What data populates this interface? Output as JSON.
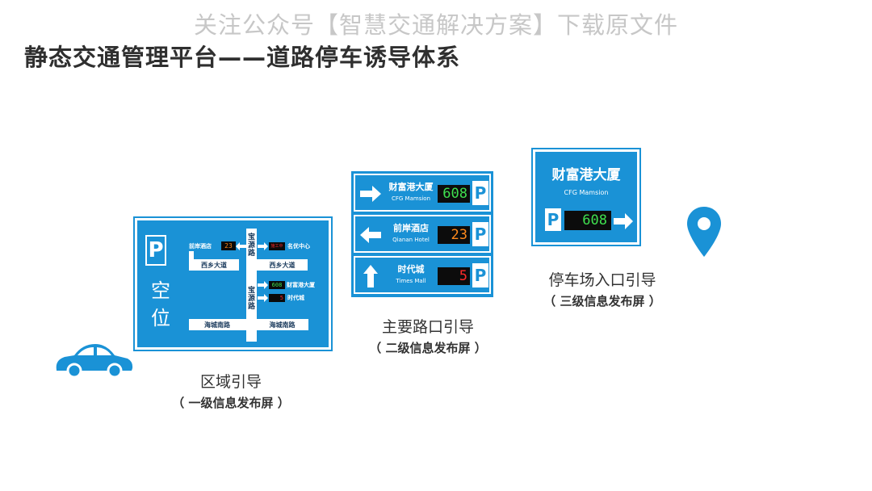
{
  "watermark": "关注公众号【智慧交通解决方案】下载原文件",
  "title": "静态交通管理平台——道路停车诱导体系",
  "colors": {
    "sign_blue": "#1a92d6",
    "led_green": "#3fe04f",
    "led_orange": "#ff8a1c",
    "led_red": "#ff2a2a"
  },
  "level1": {
    "p": "P",
    "vacant": [
      "空",
      "位"
    ],
    "road_top": "西乡大道",
    "road_top_right": "西乡大道",
    "road_bottom": "海城南路",
    "road_bottom_right": "海城南路",
    "vertical_road_1": [
      "宝",
      "源",
      "路"
    ],
    "vertical_road_2": [
      "宝",
      "源",
      "路"
    ],
    "lot_1_name": "前岸酒店",
    "lot_1_count": "23",
    "lot_2_name": "名优中心",
    "lot_2_status": "施工中",
    "lot_3_name": "财富港大厦",
    "lot_3_count": "608",
    "lot_4_name": "时代城",
    "lot_4_count": "5",
    "caption": "区域引导",
    "caption_sub": "（ 一级信息发布屏 ）"
  },
  "level2": {
    "rows": [
      {
        "name": "财富港大厦",
        "en": "CFG Mamsion",
        "count": "608",
        "arrow": "right-arrow-icon",
        "p": "P"
      },
      {
        "name": "前岸酒店",
        "en": "Qianan Hotel",
        "count": "23",
        "arrow": "left-arrow-icon",
        "p": "P"
      },
      {
        "name": "时代城",
        "en": "Times Mall",
        "count": "5",
        "arrow": "up-arrow-icon",
        "p": "P"
      }
    ],
    "caption": "主要路口引导",
    "caption_sub": "（ 二级信息发布屏 ）"
  },
  "level3": {
    "name": "财富港大厦",
    "en": "CFG Mamsion",
    "p": "P",
    "count": "608",
    "arrow": "right-arrow-icon",
    "caption": "停车场入口引导",
    "caption_sub": "（ 三级信息发布屏 ）"
  },
  "icons": {
    "car": "car-icon",
    "pin": "location-pin-icon"
  }
}
